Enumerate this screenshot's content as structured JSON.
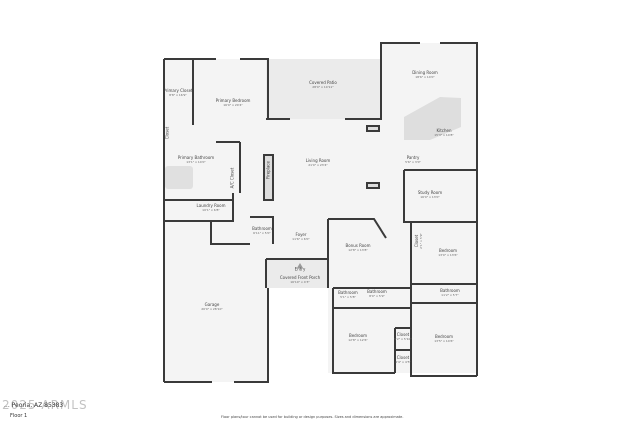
{
  "rooms": [
    {
      "name": "Primary Closet",
      "dims": "8'8\" x 16'9\""
    },
    {
      "name": "Primary Bedroom",
      "dims": "16'0\" x 20'4\""
    },
    {
      "name": "Covered Patio",
      "dims": "28'0\" x 10'11\""
    },
    {
      "name": "Dining Room",
      "dims": "18'6\" x 14'0\""
    },
    {
      "name": "Kitchen",
      "dims": "15'3\" x 14'8\""
    },
    {
      "name": "Pantry",
      "dims": "5'6\" x 3'0\""
    },
    {
      "name": "Living Room",
      "dims": "21'0\" x 23'4\""
    },
    {
      "name": "Primary Bathroom",
      "dims": "13'1\" x 14'0\""
    },
    {
      "name": "Closet",
      "dims": ""
    },
    {
      "name": "Fireplace",
      "dims": ""
    },
    {
      "name": "Study Room",
      "dims": "16'0\" x 13'0\""
    },
    {
      "name": "Laundry Room",
      "dims": "10'1\" x 6'8\""
    },
    {
      "name": "Bathroom",
      "dims": "6'11\" x 5'0\""
    },
    {
      "name": "Foyer",
      "dims": "11'6\" x 6'0\""
    },
    {
      "name": "Bonus Room",
      "dims": "12'8\" x 13'8\""
    },
    {
      "name": "Closet",
      "dims": "2'1\" x 5'9\""
    },
    {
      "name": "Bedroom",
      "dims": "13'0\" x 13'6\""
    },
    {
      "name": "Entry",
      "dims": ""
    },
    {
      "name": "Covered Front Porch",
      "dims": "16'10\" x 4'3\""
    },
    {
      "name": "Garage",
      "dims": "20'0\" x 28'10\""
    },
    {
      "name": "Bathroom",
      "dims": "5'1\" x 5'8\""
    },
    {
      "name": "Bathroom",
      "dims": "8'0\" x 5'9\""
    },
    {
      "name": "Bathroom",
      "dims": "11'2\" x 5'7\""
    },
    {
      "name": "Bedroom",
      "dims": "12'8\" x 12'6\""
    },
    {
      "name": "Closet",
      "dims": "5'2\" x 5'10\""
    },
    {
      "name": "Closet",
      "dims": "4'4\" x 4'5\""
    },
    {
      "name": "Bedroom",
      "dims": "13'5\" x 14'6\""
    },
    {
      "name": "A/C Closet",
      "dims": ""
    }
  ],
  "footer": {
    "address": "... Peoria, AZ 85383",
    "floor": "Floor 1",
    "disclaimer": "Floor plans/tour cannot be used for building or design purposes. Sizes and dimensions are approximate.",
    "watermark": "2025 ARMLS"
  },
  "colors": {
    "wall": "#3a3a3a",
    "floor": "#f4f4f4",
    "patio": "#ebebeb"
  }
}
